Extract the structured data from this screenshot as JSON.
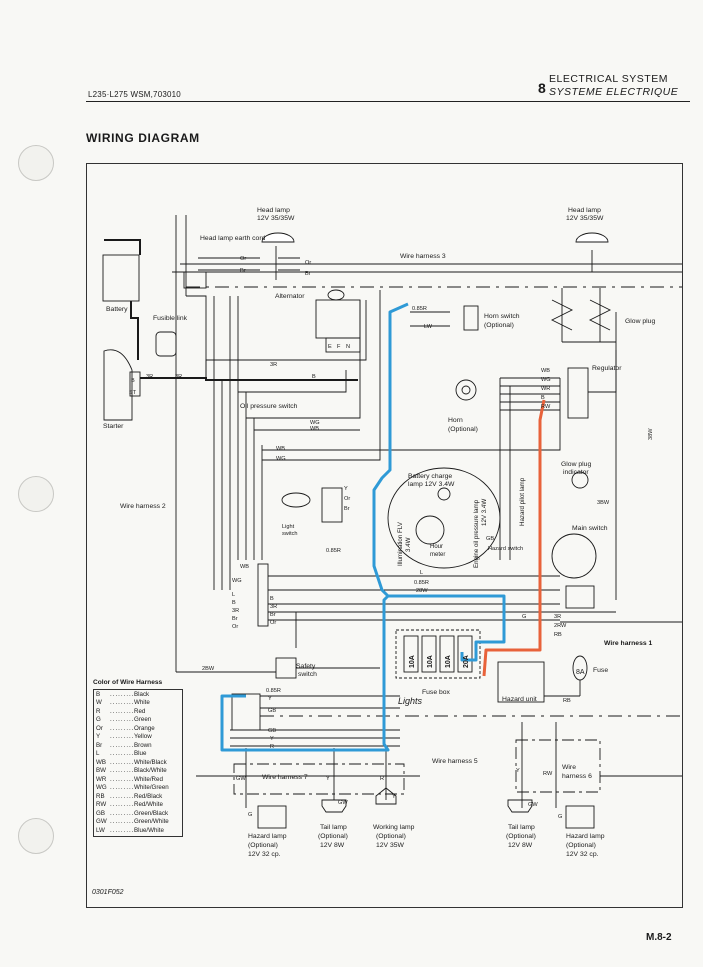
{
  "header": {
    "doc_code": "L235·L275 WSM,703010",
    "section_number": "8",
    "section_title_en": "ELECTRICAL SYSTEM",
    "section_title_fr": "SYSTEME ELECTRIQUE"
  },
  "title": "WIRING DIAGRAM",
  "figure_code": "0301F052",
  "page_number": "M.8-2",
  "components": {
    "battery": "Battery",
    "fusible_link": "Fusible link",
    "starter": "Starter",
    "head_lamp_left": "Head lamp",
    "head_lamp_left_rating": "12V 35/35W",
    "head_lamp_earth": "Head lamp earth cord",
    "head_lamp_right": "Head lamp",
    "head_lamp_right_rating": "12V 35/35W",
    "alternator": "Alternator",
    "horn_switch": "Horn switch",
    "horn_switch_opt": "(Optional)",
    "glow_plug": "Glow plug",
    "regulator": "Regulator",
    "horn": "Horn",
    "horn_opt": "(Optional)",
    "oil_pressure_switch": "Oil pressure switch",
    "battery_charge_lamp": "Battery charge",
    "battery_charge_lamp_rating": "lamp 12V 3.4W",
    "glow_plug_indicator": "Glow plug",
    "glow_plug_indicator_2": "indicator",
    "main_switch": "Main switch",
    "light_switch": "Light",
    "light_switch_2": "switch",
    "illumination": "Illumination FLV",
    "illumination_rating": "3.4W",
    "hour_meter": "Hour",
    "hour_meter_2": "meter",
    "engine_oil_lamp": "Engine oil pressure lamp",
    "engine_oil_lamp_rating": "12V 3.4W",
    "hazard_pilot": "Hazard pilot lamp",
    "hazard_switch": "Hazard switch",
    "safety_switch": "Safety",
    "safety_switch_2": "switch",
    "fuse_box": "Fuse box",
    "hazard_unit": "Hazard unit",
    "fuse": "Fuse",
    "fuse_rating": "8A",
    "wire_harness_1": "Wire harness 1",
    "wire_harness_2": "Wire harness 2",
    "wire_harness_3": "Wire harness 3",
    "wire_harness_5": "Wire harness 5",
    "wire_harness_6a": "Wire",
    "wire_harness_6b": "harness 6",
    "wire_harness_7": "Wire harness 7",
    "hazard_lamp_left": "Hazard lamp",
    "hazard_lamp_left_opt": "(Optional)",
    "hazard_lamp_left_rating": "12V 32 cp.",
    "tail_lamp_left": "Tail lamp",
    "tail_lamp_left_opt": "(Optional)",
    "tail_lamp_left_rating": "12V 8W",
    "working_lamp": "Working lamp",
    "working_lamp_opt": "(Optional)",
    "working_lamp_rating": "12V 35W",
    "tail_lamp_right": "Tail lamp",
    "tail_lamp_right_opt": "(Optional)",
    "tail_lamp_right_rating": "12V 8W",
    "hazard_lamp_right": "Hazard lamp",
    "hazard_lamp_right_opt": "(Optional)",
    "hazard_lamp_right_rating": "12V 32 cp.",
    "handwritten_note": "Lights"
  },
  "fuses": [
    "10A",
    "10A",
    "10A",
    "20A"
  ],
  "wire_labels": {
    "r3": "3R",
    "r3b": "3R",
    "b": "B",
    "wb": "WB",
    "wg": "WG",
    "wr": "WR",
    "rw": "RW",
    "or": "Or",
    "br": "Br",
    "r085": "0.85R",
    "lw": "LW",
    "y": "Y",
    "l": "L",
    "gb": "GB",
    "bw3": "3BW",
    "bw38": "38W",
    "w28": "28W",
    "bw2": "2BW",
    "rw2": "2RW",
    "rb": "RB",
    "g": "G",
    "gw": "GW",
    "r": "R",
    "e": "E",
    "f": "F",
    "n": "N",
    "st": "ST"
  },
  "legend": {
    "title": "Color of Wire Harness",
    "rows": [
      {
        "code": "B",
        "color": "Black"
      },
      {
        "code": "W",
        "color": "White"
      },
      {
        "code": "R",
        "color": "Red"
      },
      {
        "code": "G",
        "color": "Green"
      },
      {
        "code": "Or",
        "color": "Orange"
      },
      {
        "code": "Y",
        "color": "Yellow"
      },
      {
        "code": "Br",
        "color": "Brown"
      },
      {
        "code": "L",
        "color": "Blue"
      },
      {
        "code": "WB",
        "color": "White/Black"
      },
      {
        "code": "BW",
        "color": "Black/White"
      },
      {
        "code": "WR",
        "color": "White/Red"
      },
      {
        "code": "WG",
        "color": "White/Green"
      },
      {
        "code": "RB",
        "color": "Red/Black"
      },
      {
        "code": "RW",
        "color": "Red/White"
      },
      {
        "code": "GB",
        "color": "Green/Black"
      },
      {
        "code": "GW",
        "color": "Green/White"
      },
      {
        "code": "LW",
        "color": "Blue/White"
      }
    ]
  },
  "colors": {
    "ink": "#1a1a1a",
    "highlight_blue": "#2f9ad6",
    "highlight_orange": "#e8623a",
    "paper": "#f8f8f5"
  }
}
